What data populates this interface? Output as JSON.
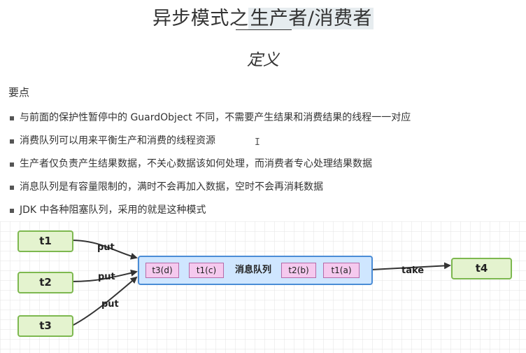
{
  "title_part1": "异步模式之",
  "title_part2": "生产者/消费者",
  "subtitle": "定义",
  "section_label": "要点",
  "points": [
    "与前面的保护性暂停中的 GuardObject 不同，不需要产生结果和消费结果的线程一一对应",
    "消费队列可以用来平衡生产和消费的线程资源",
    "生产者仅负责产生结果数据，不关心数据该如何处理，而消费者专心处理结果数据",
    "消息队列是有容量限制的，满时不会再加入数据，空时不会再消耗数据",
    "JDK 中各种阻塞队列，采用的就是这种模式"
  ],
  "diagram": {
    "producers": [
      "t1",
      "t2",
      "t3"
    ],
    "consumer": "t4",
    "queue_label": "消息队列",
    "queue_items": [
      "t3(d)",
      "t1(c)",
      "t2(b)",
      "t1(a)"
    ],
    "put_label": "put",
    "take_label": "take"
  },
  "colors": {
    "thread_fill": "#e4f3cf",
    "thread_border": "#7db84f",
    "queue_fill": "#cfe6ff",
    "queue_border": "#4a8cd6",
    "item_fill": "#f5c9ee"
  }
}
